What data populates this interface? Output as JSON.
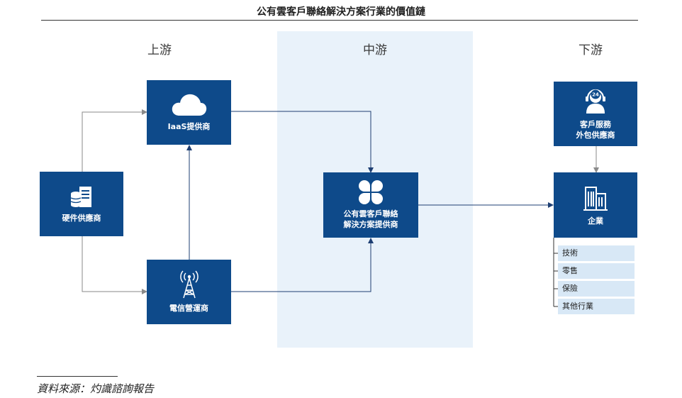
{
  "title": "公有雲客戶聯絡解決方案行業的價值鏈",
  "sections": {
    "upstream": "上游",
    "midstream": "中游",
    "downstream": "下游"
  },
  "nodes": {
    "iaas": "IaaS提供商",
    "hardware": "硬件供應商",
    "telecom": "電信營運商",
    "solution": "公有雲客戶聯絡\n解決方案提供商",
    "outsourcing": "客戶服務\n外包供應商",
    "enterprise": "企業"
  },
  "industries": [
    "技術",
    "零售",
    "保險",
    "其他行業"
  ],
  "icons": {
    "iaas": "cloud-icon",
    "hardware": "server-icon",
    "telecom": "signal-tower-icon",
    "solution": "four-petal-icon",
    "outsourcing": "support-headset-24-icon",
    "enterprise": "buildings-icon"
  },
  "source": "資料來源：灼識諮詢報告",
  "colors": {
    "node": "#0e4a8a",
    "panel": "#e9f2fa",
    "industry_bg": "#d8e8f6",
    "connector_gray": "#8a8a8a",
    "connector_navy": "#1e3f73"
  }
}
